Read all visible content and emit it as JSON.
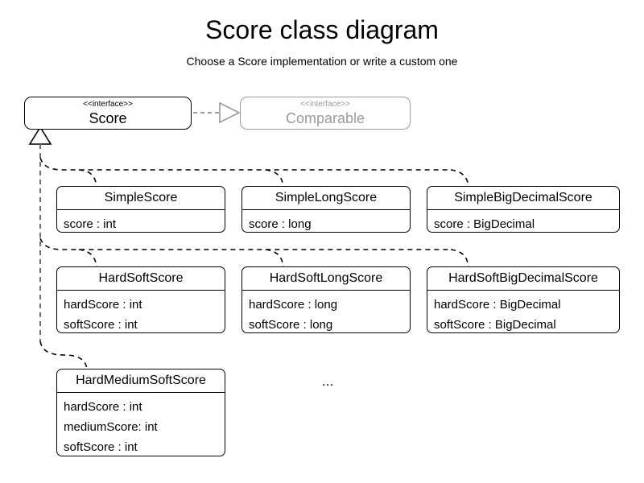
{
  "diagram": {
    "title": "Score class diagram",
    "subtitle": "Choose a Score implementation or write a custom one",
    "ellipsis": "...",
    "colors": {
      "stroke": "#000000",
      "muted": "#9a9a9a",
      "background": "#ffffff"
    },
    "stereotype": "<<interface>>",
    "interfaces": [
      {
        "name": "Score",
        "stereotype": "<<interface>>",
        "muted": false
      },
      {
        "name": "Comparable",
        "stereotype": "<<interface>>",
        "muted": true
      }
    ],
    "classes": [
      {
        "name": "SimpleScore",
        "attributes": [
          "score : int"
        ]
      },
      {
        "name": "SimpleLongScore",
        "attributes": [
          "score : long"
        ]
      },
      {
        "name": "SimpleBigDecimalScore",
        "attributes": [
          "score : BigDecimal"
        ]
      },
      {
        "name": "HardSoftScore",
        "attributes": [
          "hardScore : int",
          "softScore : int"
        ]
      },
      {
        "name": "HardSoftLongScore",
        "attributes": [
          "hardScore : long",
          "softScore : long"
        ]
      },
      {
        "name": "HardSoftBigDecimalScore",
        "attributes": [
          "hardScore : BigDecimal",
          "softScore : BigDecimal"
        ]
      },
      {
        "name": "HardMediumSoftScore",
        "attributes": [
          "hardScore : int",
          "mediumScore: int",
          "softScore : int"
        ]
      }
    ],
    "relationships": [
      {
        "type": "realization",
        "from": "Score",
        "to": "Comparable",
        "style": "dashed",
        "arrow": "hollow-triangle"
      },
      {
        "type": "generalization",
        "from": "SimpleScore",
        "to": "Score",
        "style": "dashed",
        "arrow": "hollow-triangle"
      },
      {
        "type": "generalization",
        "from": "SimpleLongScore",
        "to": "Score",
        "style": "dashed",
        "arrow": "hollow-triangle"
      },
      {
        "type": "generalization",
        "from": "SimpleBigDecimalScore",
        "to": "Score",
        "style": "dashed",
        "arrow": "hollow-triangle"
      },
      {
        "type": "generalization",
        "from": "HardSoftScore",
        "to": "Score",
        "style": "dashed",
        "arrow": "hollow-triangle"
      },
      {
        "type": "generalization",
        "from": "HardSoftLongScore",
        "to": "Score",
        "style": "dashed",
        "arrow": "hollow-triangle"
      },
      {
        "type": "generalization",
        "from": "HardSoftBigDecimalScore",
        "to": "Score",
        "style": "dashed",
        "arrow": "hollow-triangle"
      },
      {
        "type": "generalization",
        "from": "HardMediumSoftScore",
        "to": "Score",
        "style": "dashed",
        "arrow": "hollow-triangle"
      }
    ]
  }
}
